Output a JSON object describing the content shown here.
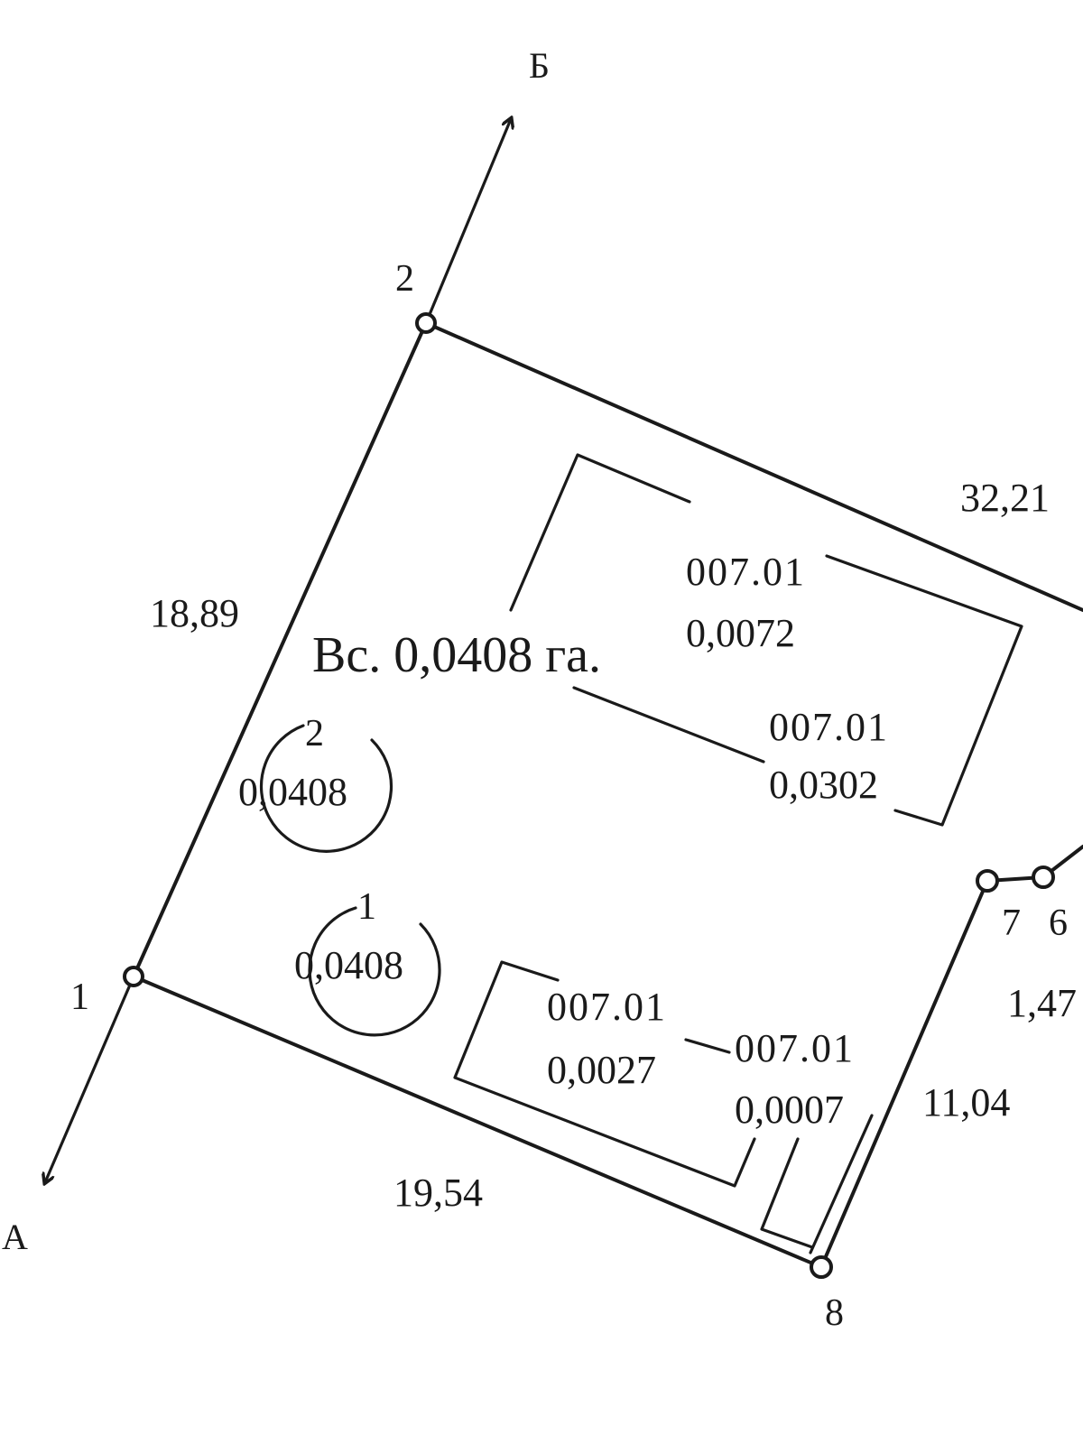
{
  "plan": {
    "direction": {
      "start": "А",
      "end": "Б"
    },
    "total_area": "Вс. 0,0408 га.",
    "points": [
      "1",
      "2",
      "6",
      "7",
      "8"
    ],
    "dimensions": {
      "side_1_2": "18,89",
      "side_2_3": "32,21",
      "side_1_8": "19,54",
      "side_7_8": "11,04",
      "side_6_7": "1,47"
    },
    "parcels": [
      {
        "number": "2",
        "area": "0,0408"
      },
      {
        "number": "1",
        "area": "0,0408"
      }
    ],
    "buildings": [
      {
        "code": "007.01",
        "area": "0,0072"
      },
      {
        "code": "007.01",
        "area": "0,0302"
      },
      {
        "code": "007.01",
        "area": "0,0027"
      },
      {
        "code": "007.01",
        "area": "0,0007"
      }
    ]
  }
}
